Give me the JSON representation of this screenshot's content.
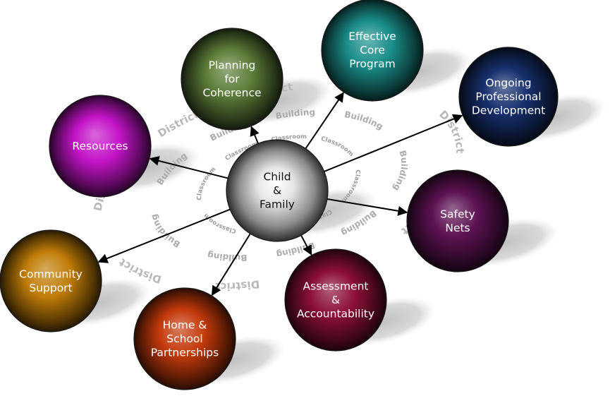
{
  "center": {
    "lines": [
      "Child",
      "&",
      "Family"
    ],
    "color": "#8a8a8a"
  },
  "rings": {
    "district": "District",
    "building": "Building",
    "classroom": "Classroom"
  },
  "nodes": [
    {
      "id": "effective-core-program",
      "lines": [
        "Effective",
        "Core",
        "Program"
      ],
      "color": "#1a8e8a"
    },
    {
      "id": "planning-for-coherence",
      "lines": [
        "Planning",
        "for",
        "Coherence"
      ],
      "color": "#5e7f3a"
    },
    {
      "id": "ongoing-professional-development",
      "lines": [
        "Ongoing",
        "Professional",
        "Development"
      ],
      "color": "#17306e"
    },
    {
      "id": "resources",
      "lines": [
        "Resources"
      ],
      "color": "#c414c8"
    },
    {
      "id": "safety-nets",
      "lines": [
        "Safety",
        "Nets"
      ],
      "color": "#5d1253"
    },
    {
      "id": "community-support",
      "lines": [
        "Community",
        "Support"
      ],
      "color": "#c07d08"
    },
    {
      "id": "assessment-accountability",
      "lines": [
        "Assessment",
        "&",
        "Accountability"
      ],
      "color": "#8c0f37"
    },
    {
      "id": "home-school-partnerships",
      "lines": [
        "Home &",
        "School",
        "Partnerships"
      ],
      "color": "#c43a0c"
    }
  ]
}
